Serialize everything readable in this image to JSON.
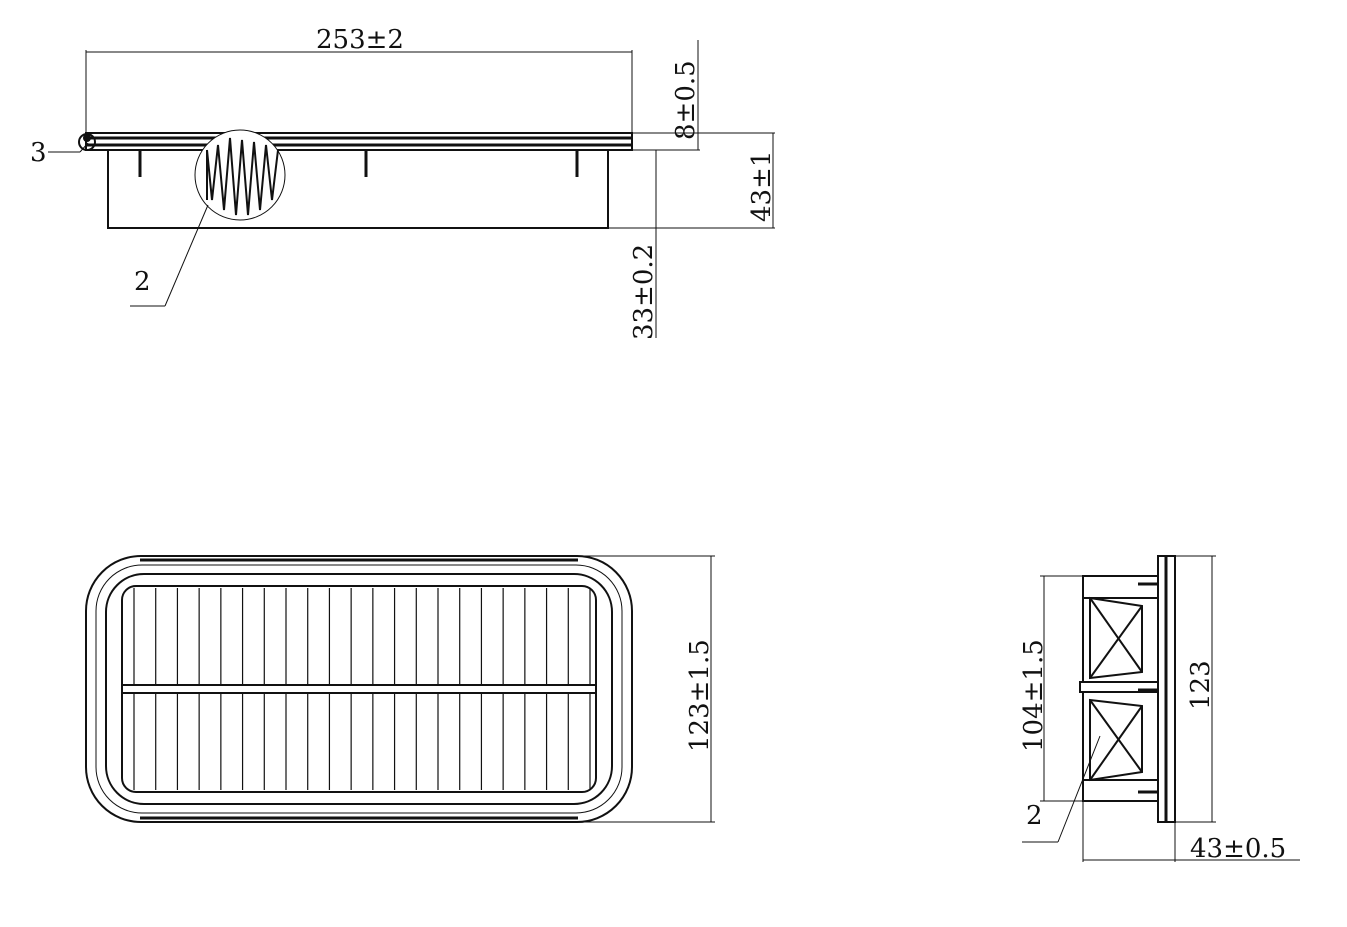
{
  "side_view": {
    "dim_length": "253±2",
    "dim_flange": "8±0.5",
    "dim_height": "43±1",
    "dim_body": "33±0.2",
    "label_seal": "3",
    "label_media": "2"
  },
  "top_view": {
    "dim_width": "123±1.5"
  },
  "end_view": {
    "dim_inner": "104±1.5",
    "dim_outer": "123",
    "dim_depth": "43±0.5",
    "label_media": "2"
  },
  "colors": {
    "line": "#111111",
    "background": "#ffffff"
  }
}
